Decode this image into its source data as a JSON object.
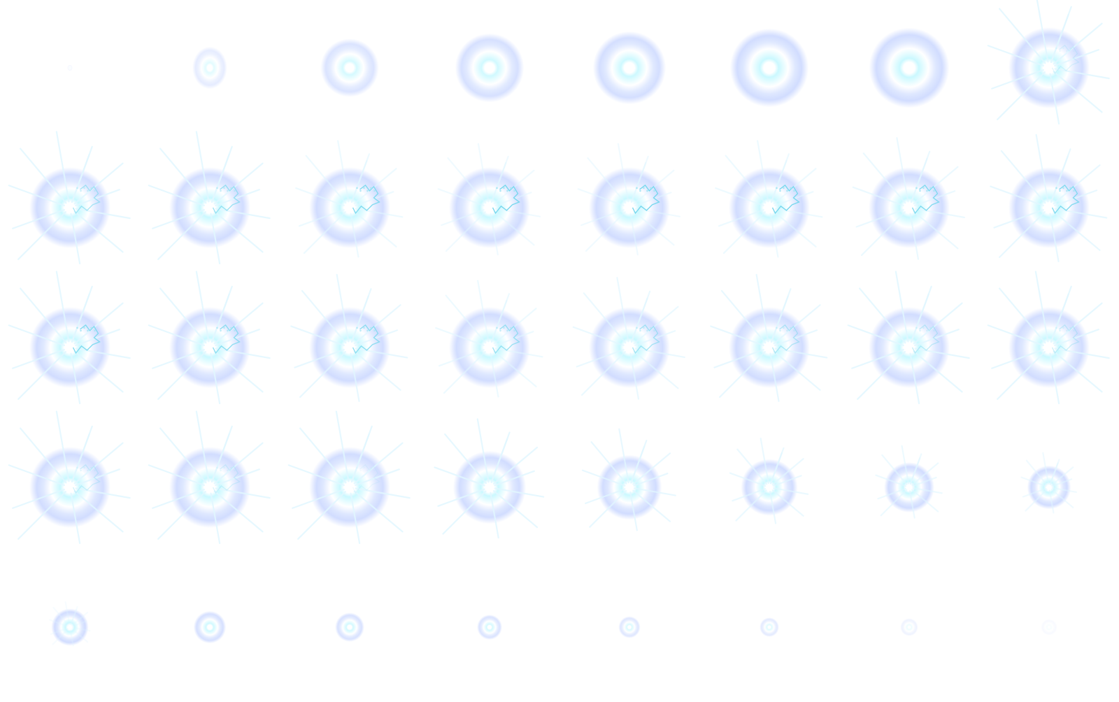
{
  "sprite_sheet": {
    "rows": 5,
    "cols": 8,
    "colors": {
      "background": "#ffffff",
      "ring_outer": "#c6d4ff",
      "ring_mid": "#d9e4ff",
      "core_glow": "#c8f8ff",
      "core_white": "#ffffff",
      "ray": "#e2f7ff",
      "spark": "#a9e6f5",
      "spark_line": "#7ad8ee"
    },
    "frames": [
      {
        "scale": 0.08,
        "opacity": 0.25,
        "rays": 0,
        "sparks": 0
      },
      {
        "scale": 0.55,
        "opacity": 0.55,
        "rays": 0,
        "sparks": 0
      },
      {
        "scale": 0.72,
        "opacity": 0.8,
        "rays": 0,
        "sparks": 0
      },
      {
        "scale": 0.85,
        "opacity": 0.9,
        "rays": 0,
        "sparks": 0
      },
      {
        "scale": 0.9,
        "opacity": 0.95,
        "rays": 0,
        "sparks": 0
      },
      {
        "scale": 0.97,
        "opacity": 1.0,
        "rays": 0,
        "sparks": 0
      },
      {
        "scale": 0.99,
        "opacity": 1.0,
        "rays": 0,
        "sparks": 0
      },
      {
        "scale": 1.0,
        "opacity": 1.0,
        "rays": 1.0,
        "sparks": 0.2
      },
      {
        "scale": 1.0,
        "opacity": 1.0,
        "rays": 1.0,
        "sparks": 0.6
      },
      {
        "scale": 1.0,
        "opacity": 1.0,
        "rays": 1.0,
        "sparks": 0.7
      },
      {
        "scale": 1.0,
        "opacity": 1.0,
        "rays": 0.7,
        "sparks": 0.9
      },
      {
        "scale": 1.0,
        "opacity": 1.0,
        "rays": 0.6,
        "sparks": 1.0
      },
      {
        "scale": 1.0,
        "opacity": 1.0,
        "rays": 0.6,
        "sparks": 1.0
      },
      {
        "scale": 1.0,
        "opacity": 1.0,
        "rays": 0.7,
        "sparks": 1.0
      },
      {
        "scale": 1.0,
        "opacity": 1.0,
        "rays": 0.8,
        "sparks": 0.9
      },
      {
        "scale": 1.0,
        "opacity": 1.0,
        "rays": 0.9,
        "sparks": 0.9
      },
      {
        "scale": 1.0,
        "opacity": 1.0,
        "rays": 1.0,
        "sparks": 0.9
      },
      {
        "scale": 1.0,
        "opacity": 1.0,
        "rays": 1.0,
        "sparks": 0.8
      },
      {
        "scale": 1.0,
        "opacity": 1.0,
        "rays": 0.9,
        "sparks": 0.8
      },
      {
        "scale": 1.0,
        "opacity": 1.0,
        "rays": 0.7,
        "sparks": 0.7
      },
      {
        "scale": 1.0,
        "opacity": 1.0,
        "rays": 0.8,
        "sparks": 0.6
      },
      {
        "scale": 1.0,
        "opacity": 1.0,
        "rays": 0.9,
        "sparks": 0.5
      },
      {
        "scale": 1.0,
        "opacity": 1.0,
        "rays": 1.0,
        "sparks": 0.4
      },
      {
        "scale": 1.0,
        "opacity": 1.0,
        "rays": 1.0,
        "sparks": 0.35
      },
      {
        "scale": 1.0,
        "opacity": 1.0,
        "rays": 1.0,
        "sparks": 0.3
      },
      {
        "scale": 1.0,
        "opacity": 1.0,
        "rays": 1.0,
        "sparks": 0.25
      },
      {
        "scale": 1.0,
        "opacity": 1.0,
        "rays": 1.0,
        "sparks": 0.1
      },
      {
        "scale": 0.9,
        "opacity": 1.0,
        "rays": 1.0,
        "sparks": 0
      },
      {
        "scale": 0.8,
        "opacity": 1.0,
        "rays": 0.9,
        "sparks": 0
      },
      {
        "scale": 0.7,
        "opacity": 1.0,
        "rays": 0.8,
        "sparks": 0
      },
      {
        "scale": 0.62,
        "opacity": 1.0,
        "rays": 0.7,
        "sparks": 0
      },
      {
        "scale": 0.54,
        "opacity": 1.0,
        "rays": 0.6,
        "sparks": 0
      },
      {
        "scale": 0.46,
        "opacity": 1.0,
        "rays": 0.3,
        "sparks": 0
      },
      {
        "scale": 0.4,
        "opacity": 0.9,
        "rays": 0,
        "sparks": 0
      },
      {
        "scale": 0.36,
        "opacity": 0.85,
        "rays": 0,
        "sparks": 0
      },
      {
        "scale": 0.31,
        "opacity": 0.8,
        "rays": 0,
        "sparks": 0
      },
      {
        "scale": 0.27,
        "opacity": 0.7,
        "rays": 0,
        "sparks": 0
      },
      {
        "scale": 0.24,
        "opacity": 0.6,
        "rays": 0,
        "sparks": 0
      },
      {
        "scale": 0.22,
        "opacity": 0.35,
        "rays": 0,
        "sparks": 0
      },
      {
        "scale": 0.2,
        "opacity": 0.15,
        "rays": 0,
        "sparks": 0
      }
    ]
  }
}
